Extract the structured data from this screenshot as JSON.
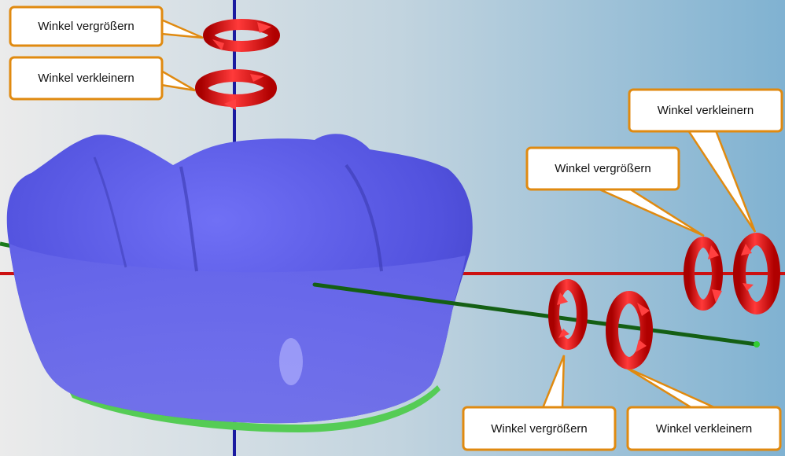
{
  "viewport": {
    "colors": {
      "background_left": "#ececec",
      "background_right": "#7fb0d0",
      "crown": "#5a5ae0",
      "margin_line": "#55cc55",
      "axis_x": "#d01010",
      "axis_y": "#1a7a1a",
      "axis_z": "#1a1aa0",
      "rotation_arrow": "#e81a1a",
      "callout_border": "#e08a10",
      "callout_fill": "#ffffff"
    }
  },
  "rotation_controls": {
    "z_axis": {
      "increase_label": "Winkel vergrößern",
      "decrease_label": "Winkel verkleinern"
    },
    "x_axis": {
      "increase_label": "Winkel vergrößern",
      "decrease_label": "Winkel verkleinern"
    },
    "y_axis": {
      "increase_label": "Winkel vergrößern",
      "decrease_label": "Winkel verkleinern"
    }
  }
}
